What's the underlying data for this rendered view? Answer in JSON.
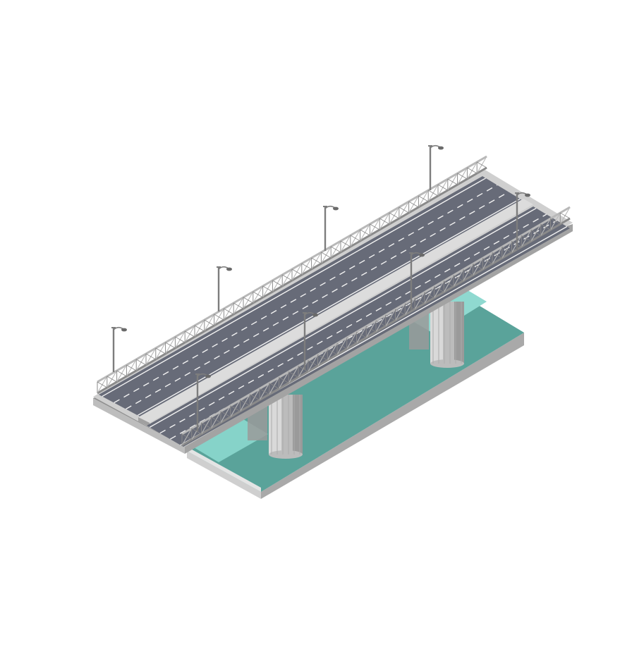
{
  "illustration": {
    "subject": "isometric-highway-bridge-over-water",
    "lamp_posts_far_side": 4,
    "lamp_posts_near_side": 4,
    "support_piers": 2,
    "lanes_per_carriageway": 3,
    "carriageways": 2
  },
  "colors": {
    "background": "#ffffff",
    "water_top": "#5aa39a",
    "water_light": "#8fd9d0",
    "bank_side_front": "#c9c9c9",
    "bank_side_right": "#a9a9a9",
    "bank_top": "#e4e4e4",
    "road_surface": "#676b78",
    "road_surface_dark": "#4f535e",
    "lane_marking": "#f2f2f2",
    "deck_side": "#bdbdbd",
    "deck_side_dark": "#8f8f8f",
    "railing": "#b8b8b8",
    "railing_dark": "#8a8a8a",
    "pier_light": "#d9d9d9",
    "pier_mid": "#bcbcbc",
    "pier_dark": "#9a9a9a",
    "lamp": "#7d7d7d"
  }
}
